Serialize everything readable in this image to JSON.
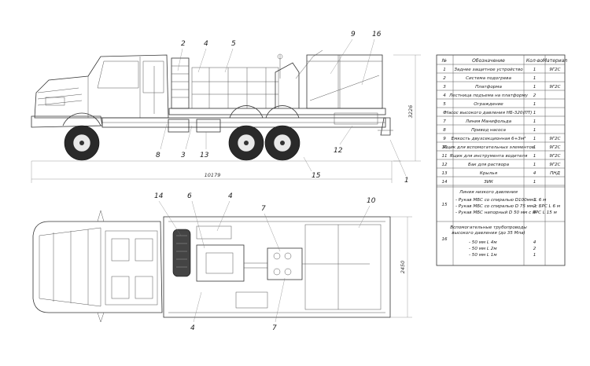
{
  "callouts": {
    "c9": "9",
    "c16": "16",
    "c2": "2",
    "c4a": "4",
    "c5": "5",
    "c8": "8",
    "c3": "3",
    "c13": "13",
    "c12": "12",
    "c15": "15",
    "c1": "1",
    "c14": "14",
    "c6": "6",
    "c4b": "4",
    "c7a": "7",
    "c10": "10",
    "c4c": "4",
    "c7b": "7"
  },
  "dimensions": {
    "height": "3226",
    "length": "10179",
    "width": "2450"
  },
  "table": {
    "headers": {
      "num": "№",
      "name": "Обозначение",
      "qty": "Кол-во",
      "material": "Материал"
    },
    "rows": [
      {
        "num": "1",
        "name": "Заднее защитное устройство",
        "qty": "1",
        "material": "9Г2С"
      },
      {
        "num": "2",
        "name": "Система подогрева",
        "qty": "1",
        "material": ""
      },
      {
        "num": "3",
        "name": "Платформа",
        "qty": "1",
        "material": "9Г2С"
      },
      {
        "num": "4",
        "name": "Лестница подъема на платформу",
        "qty": "2",
        "material": ""
      },
      {
        "num": "5",
        "name": "Ограждение",
        "qty": "1",
        "material": ""
      },
      {
        "num": "6",
        "name": "Насос высокого давления НБ-320(ПТ)",
        "qty": "1",
        "material": ""
      },
      {
        "num": "7",
        "name": "Линия Манифольда",
        "qty": "1",
        "material": ""
      },
      {
        "num": "8",
        "name": "Привод насоса",
        "qty": "1",
        "material": ""
      },
      {
        "num": "9",
        "name": "Емкость двухсекционная 6+3м³",
        "qty": "1",
        "material": "9Г2С"
      },
      {
        "num": "10",
        "name": "Ящик для вспомогательных элементов",
        "qty": "1",
        "material": "9Г2С"
      },
      {
        "num": "11",
        "name": "Ящик для инструмента водителя",
        "qty": "1",
        "material": "9Г2С"
      },
      {
        "num": "12",
        "name": "Бак для раствора",
        "qty": "1",
        "material": "9Г2С"
      },
      {
        "num": "13",
        "name": "Крылья",
        "qty": "4",
        "material": "ПНД"
      },
      {
        "num": "14",
        "name": "ЗИК",
        "qty": "1",
        "material": ""
      }
    ],
    "row15": {
      "num": "15",
      "title": "Линия низкого давления",
      "lines": [
        "- Рукав МБС со спиралью D100мм L 6 м",
        "- Рукав МБС со спиралью D 75 мм с БРС L 6 м",
        "- Рукав МБС напорный D 50 мм с БРС L 15 м"
      ],
      "qtys": [
        "1",
        "2",
        "4"
      ]
    },
    "row16": {
      "num": "16",
      "title": "Вспомогательные трубопроводы высокого давления (до 35 Мпа)",
      "lines": [
        "- 50 мм L 4м",
        "- 50 мм L 2м",
        "- 50 мм L 1м"
      ],
      "qtys": [
        "4",
        "2",
        "1"
      ]
    }
  }
}
